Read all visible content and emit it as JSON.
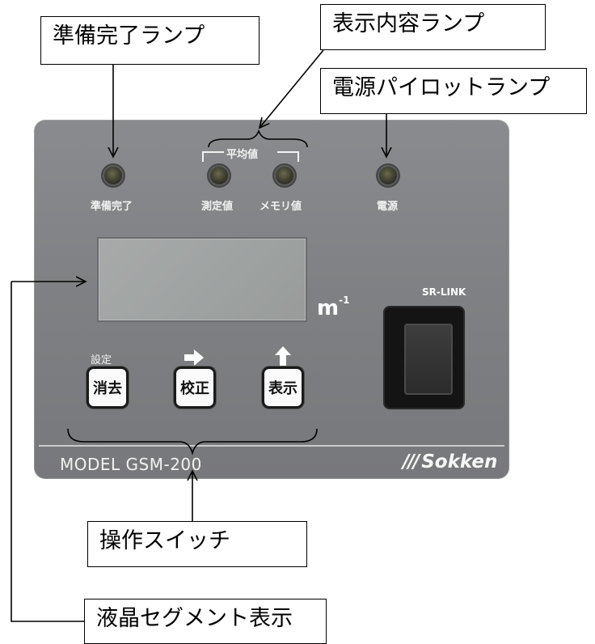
{
  "callouts": {
    "ready_lamp": "準備完了ランプ",
    "display_lamp": "表示内容ランプ",
    "power_lamp": "電源パイロットランプ",
    "switches": "操作スイッチ",
    "lcd": "液晶セグメント表示"
  },
  "panel": {
    "lamp_labels": {
      "ready": "準備完了",
      "measured": "測定値",
      "memory": "メモリ値",
      "power": "電源"
    },
    "average_label": "平均値",
    "unit": "m",
    "unit_sup": "-1",
    "buttons": [
      {
        "label": "消去",
        "top_label": "設定"
      },
      {
        "label": "校正",
        "top_icon": "right-arrow-icon"
      },
      {
        "label": "表示",
        "top_icon": "up-arrow-icon"
      }
    ],
    "sr_link_label": "SR-LINK",
    "model": "MODEL GSM-200",
    "brand": "Sokken",
    "brand_logo": "sokken-slash-logo"
  },
  "colors": {
    "panel": "#808184",
    "lcd": "#a1a4a3",
    "lamp": "#3a3a30",
    "button": "#fafafa",
    "sr_switch": "#141414"
  }
}
